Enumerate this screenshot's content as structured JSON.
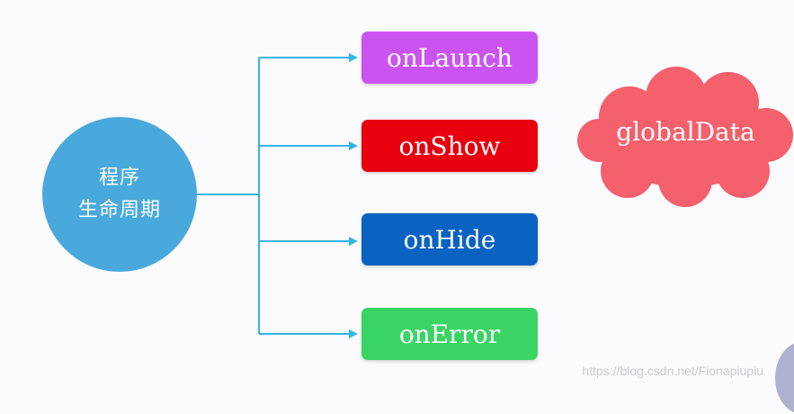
{
  "hub": {
    "line1": "程序",
    "line2": "生命周期"
  },
  "events": [
    {
      "label": "onLaunch",
      "color": "#cb54f0"
    },
    {
      "label": "onShow",
      "color": "#e8000e"
    },
    {
      "label": "onHide",
      "color": "#0b63c1"
    },
    {
      "label": "onError",
      "color": "#3ad464"
    }
  ],
  "cloud": {
    "label": "globalData",
    "color": "#f4606c"
  },
  "connector_color": "#34b4e4",
  "hub_color": "#4aa9dc",
  "watermark": "https://blog.csdn.net/Fionapiupiu"
}
